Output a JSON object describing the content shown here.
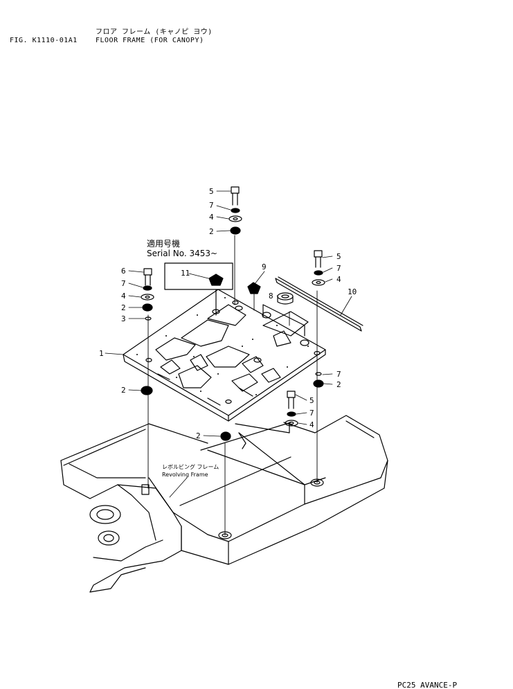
{
  "header": {
    "jp_title": "フロア フレーム (キャノピ ヨウ)",
    "fig_id": "FIG. K1110-01A1",
    "title": "FLOOR FRAME (FOR CANOPY)"
  },
  "serial_note": {
    "jp": "適用号機",
    "label": "Serial No. 3453~"
  },
  "frame_label": {
    "jp": "レボルビング フレーム",
    "en": "Revolving Frame"
  },
  "callouts": [
    "1",
    "2",
    "2",
    "2",
    "2",
    "2",
    "3",
    "4",
    "4",
    "4",
    "4",
    "5",
    "5",
    "5",
    "6",
    "7",
    "7",
    "7",
    "7",
    "7",
    "8",
    "9",
    "10",
    "11"
  ],
  "footer": "PC25 AVANCE-P",
  "colors": {
    "ink": "#000000",
    "paper": "#ffffff"
  }
}
